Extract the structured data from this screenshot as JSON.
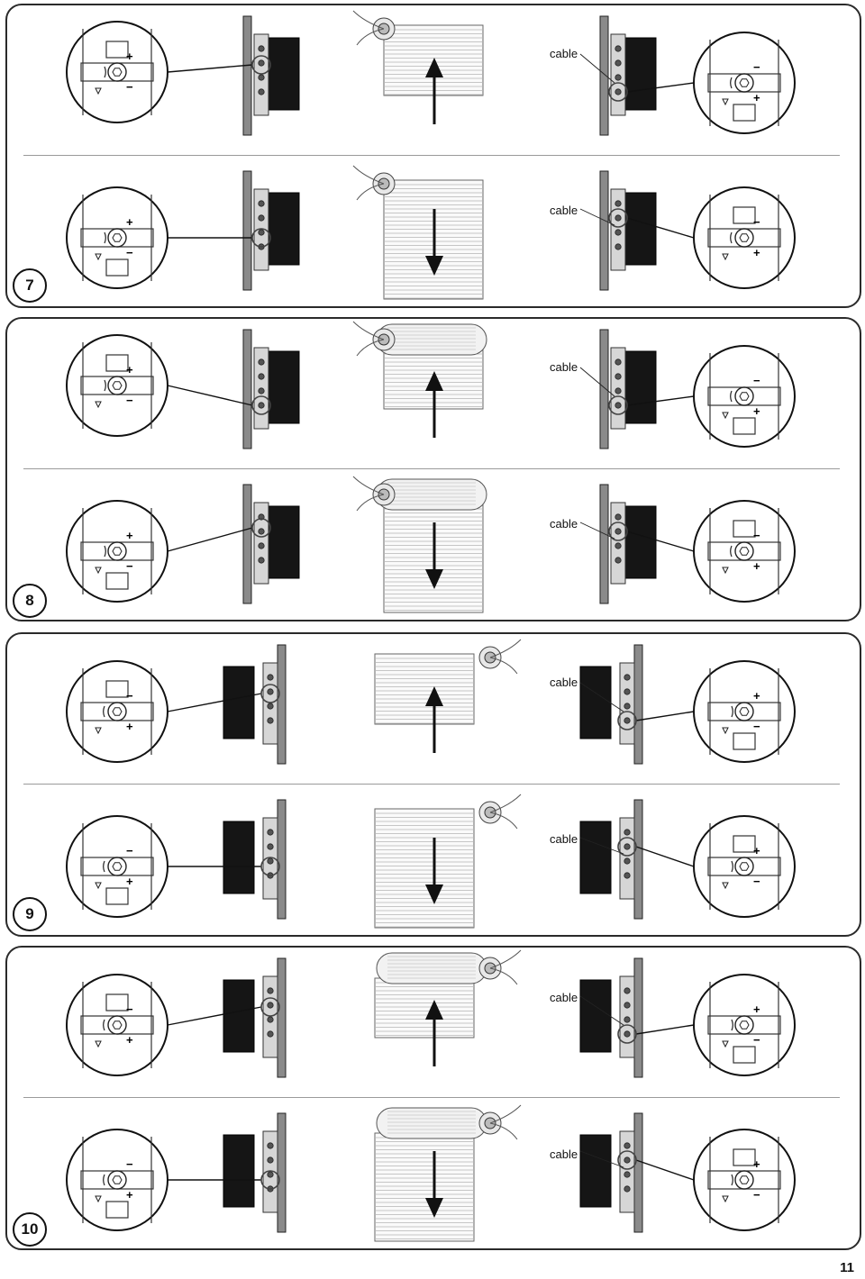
{
  "figures": [
    {
      "number": "7",
      "rows": [
        {
          "direction": "up",
          "motor": "left",
          "roll": "left-flat",
          "cable_label": "cable"
        },
        {
          "direction": "down",
          "motor": "left",
          "roll": "left-flat",
          "cable_label": "cable"
        }
      ]
    },
    {
      "number": "8",
      "rows": [
        {
          "direction": "up",
          "motor": "left",
          "roll": "left-round",
          "cable_label": "cable"
        },
        {
          "direction": "down",
          "motor": "left",
          "roll": "left-round",
          "cable_label": "cable"
        }
      ]
    },
    {
      "number": "9",
      "rows": [
        {
          "direction": "up",
          "motor": "right",
          "roll": "right-flat",
          "cable_label": "cable"
        },
        {
          "direction": "down",
          "motor": "right",
          "roll": "right-flat",
          "cable_label": "cable"
        }
      ]
    },
    {
      "number": "10",
      "rows": [
        {
          "direction": "up",
          "motor": "right",
          "roll": "right-round",
          "cable_label": "cable"
        },
        {
          "direction": "down",
          "motor": "right",
          "roll": "right-round",
          "cable_label": "cable"
        }
      ]
    }
  ],
  "icons": {
    "plus": "+",
    "minus": "−",
    "arrow": "up/down arrow-icon",
    "limit_screw": "hex-screw-icon"
  },
  "page_number": "11"
}
